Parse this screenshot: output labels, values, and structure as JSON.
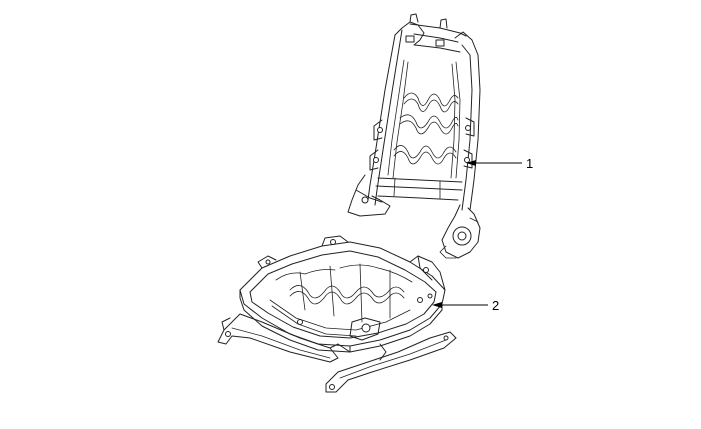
{
  "diagram": {
    "callouts": [
      {
        "id": "1",
        "label": "1",
        "part": "seat-back-frame"
      },
      {
        "id": "2",
        "label": "2",
        "part": "seat-cushion-frame"
      }
    ],
    "colors": {
      "background": "#ffffff",
      "line": "#222222"
    }
  }
}
